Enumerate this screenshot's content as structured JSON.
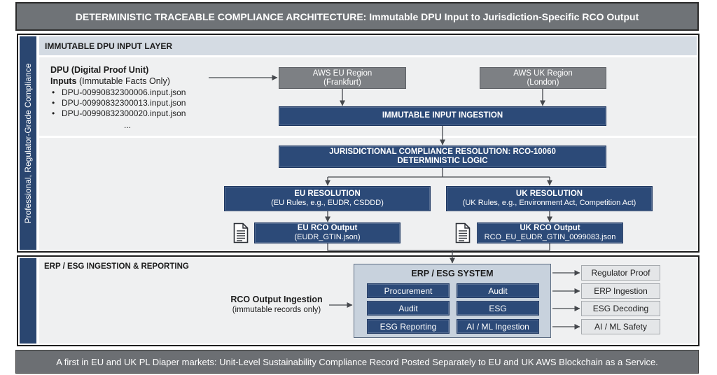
{
  "title": "DETERMINISTIC TRACEABLE COMPLIANCE ARCHITECTURE: Immutable DPU Input to Jurisdiction-Specific RCO Output",
  "side_label": "Professional, Regulator-Grade Compliance",
  "input_layer": {
    "header": "IMMUTABLE DPU INPUT LAYER",
    "dpu_title": "DPU (Digital Proof Unit)",
    "inputs_label": "Inputs",
    "inputs_note": "(Immutable Facts Only)",
    "files": [
      "DPU-00990832300006.input.json",
      "DPU-00990832300013.input.json",
      "DPU-00990832300020.input.json"
    ],
    "ellipsis": "...",
    "regions": [
      {
        "name": "AWS EU Region",
        "location": "(Frankfurt)"
      },
      {
        "name": "AWS UK Region",
        "location": "(London)"
      }
    ],
    "ingestion": "IMMUTABLE INPUT INGESTION",
    "resolution": {
      "line1": "JURISDICTIONAL COMPLIANCE RESOLUTION: RCO-10060",
      "line2": "DETERMINISTIC LOGIC"
    },
    "jurisdictions": [
      {
        "title": "EU RESOLUTION",
        "rules": "(EU Rules, e.g., EUDR, CSDDD)",
        "output_title": "EU RCO Output",
        "output_file": "(EUDR_GTIN.json)",
        "output_icon": "document-icon"
      },
      {
        "title": "UK RESOLUTION",
        "rules": "(UK Rules, e.g., Environment Act, Competition Act)",
        "output_title": "UK RCO Output",
        "output_file": "RCO_EU_EUDR_GTIN_0099083.json",
        "output_icon": "document-icon"
      }
    ]
  },
  "erp_layer": {
    "header": "ERP / ESG INGESTION & REPORTING",
    "ingestion_title": "RCO Output Ingestion",
    "ingestion_note": "(immutable records only)",
    "system_title": "ERP / ESG SYSTEM",
    "modules": [
      "Procurement",
      "Audit",
      "Audit",
      "ESG",
      "ESG Reporting",
      "AI / ML Ingestion"
    ],
    "outputs": [
      "Regulator Proof",
      "ERP Ingestion",
      "ESG Decoding",
      "AI / ML Safety"
    ]
  },
  "footer": "A first in EU and UK PL Diaper markets: Unit-Level Sustainability Compliance Record Posted Separately to EU and UK AWS Blockchain as a Service.",
  "colors": {
    "navy_box": "#2c4a78",
    "side_band": "#2a4670",
    "gray_box": "#7d8084",
    "title_bar": "#6f7377",
    "footer_bar": "#6c6f73",
    "header_band": "#d4dbe3",
    "erp_system_bg": "#c8d2dd",
    "output_box_bg": "#e4e6e8",
    "panel_bg": "#eff0f1"
  }
}
